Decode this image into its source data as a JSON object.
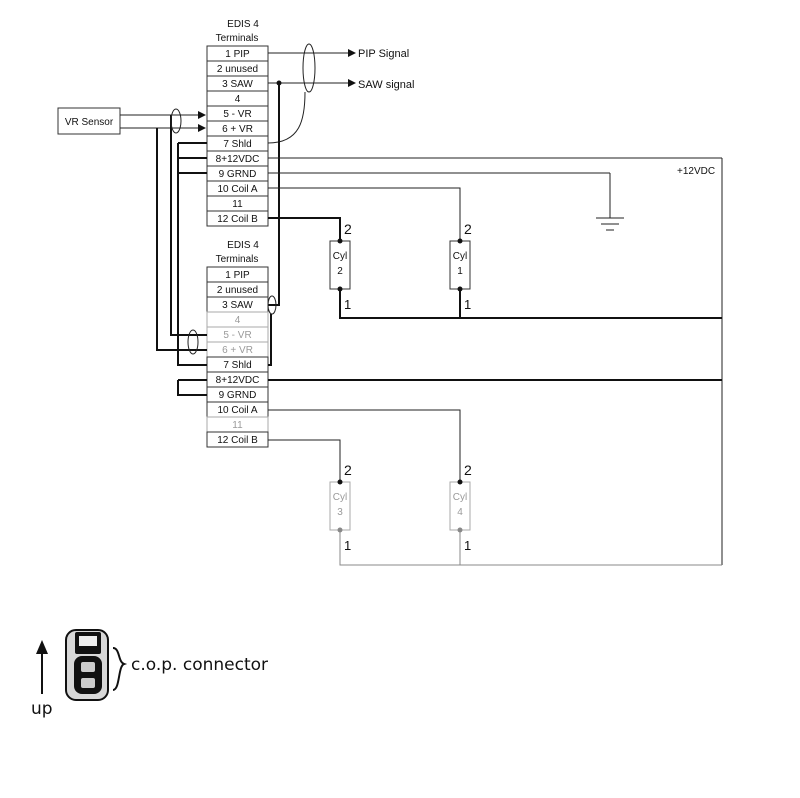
{
  "edis_top": {
    "title_line1": "EDIS 4",
    "title_line2": "Terminals",
    "terminals": [
      "1 PIP",
      "2 unused",
      "3 SAW",
      "4",
      "5 - VR",
      "6 + VR",
      "7 Shld",
      "8+12VDC",
      "9  GRND",
      "10 Coil A",
      "11",
      "12 Coil B"
    ]
  },
  "edis_bottom": {
    "title_line1": "EDIS 4",
    "title_line2": "Terminals",
    "terminals": [
      "1 PIP",
      "2 unused",
      "3 SAW",
      "4",
      "5 - VR",
      "6 + VR",
      "7 Shld",
      "8+12VDC",
      "9  GRND",
      "10 Coil A",
      "11",
      "12 Coil B"
    ]
  },
  "signals": {
    "pip": "PIP Signal",
    "saw": "SAW signal",
    "supply": "+12VDC"
  },
  "vr_sensor": "VR Sensor",
  "coils": [
    {
      "name": "Cyl",
      "num": "2",
      "pin_top": "2",
      "pin_bottom": "1"
    },
    {
      "name": "Cyl",
      "num": "1",
      "pin_top": "2",
      "pin_bottom": "1"
    },
    {
      "name": "Cyl",
      "num": "3",
      "pin_top": "2",
      "pin_bottom": "1"
    },
    {
      "name": "Cyl",
      "num": "4",
      "pin_top": "2",
      "pin_bottom": "1"
    }
  ],
  "legend": {
    "connector_label": "c.o.p. connector",
    "up_label": "up",
    "arrow_icon": "up-arrow-icon",
    "connector_icon": "cop-connector-icon"
  },
  "colors": {
    "line": "#222222",
    "faded": "#999999"
  }
}
